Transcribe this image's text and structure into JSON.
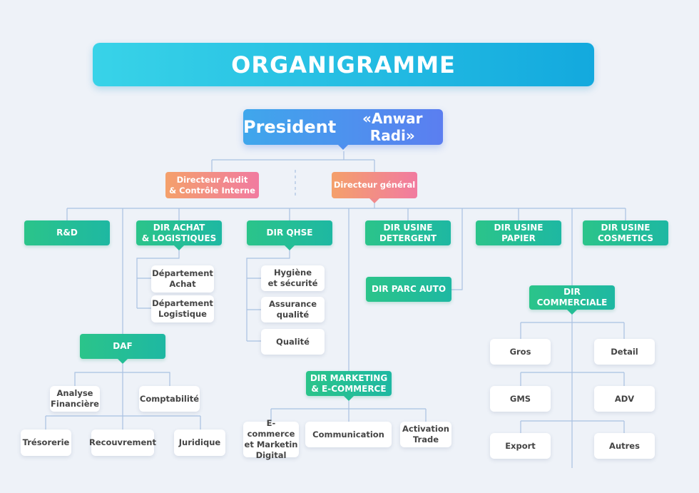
{
  "title": "ORGANIGRAMME",
  "president": {
    "label": "President",
    "name": "«Anwar Radi»"
  },
  "direction": {
    "audit": "Directeur Audit\n& Contrôle Interne",
    "general": "Directeur général"
  },
  "directors": {
    "rd": "R&D",
    "achat": "DIR ACHAT\n& LOGISTIQUES",
    "qhse": "DIR QHSE",
    "detergent": "DIR USINE\nDETERGENT",
    "papier": "DIR USINE PAPIER",
    "cosmetics": "DIR USINE\nCOSMETICS",
    "parc_auto": "DIR PARC AUTO",
    "commerciale": "DIR COMMERCIALE",
    "daf": "DAF",
    "marketing": "DIR MARKETING\n& E-COMMERCE"
  },
  "achat_items": [
    "Département\nAchat",
    "Département\nLogistique"
  ],
  "qhse_items": [
    "Hygiène\net sécurité",
    "Assurance\nqualité",
    "Qualité"
  ],
  "daf_items": [
    "Analyse\nFinancière",
    "Comptabilité",
    "Trésorerie",
    "Recouvrement",
    "Juridique"
  ],
  "marketing_items": [
    "E-commerce\net Marketin\nDigital",
    "Communication",
    "Activation\nTrade"
  ],
  "commercial_items": [
    "Gros",
    "Detail",
    "GMS",
    "ADV",
    "Export",
    "Autres"
  ]
}
